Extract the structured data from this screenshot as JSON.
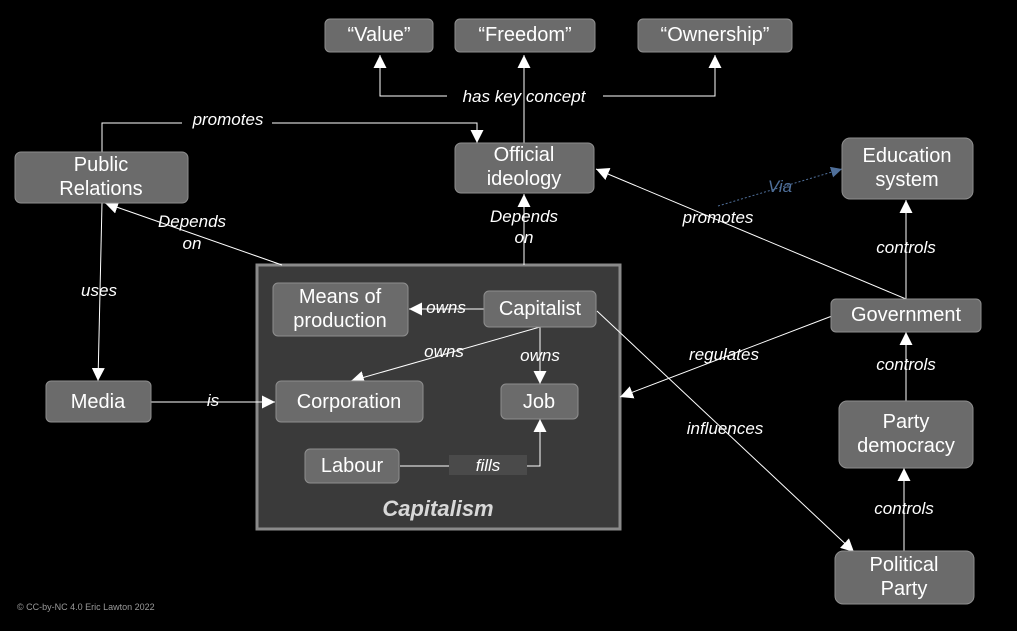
{
  "nodes": {
    "value": "“Value”",
    "freedom": "“Freedom”",
    "ownership": "“Ownership”",
    "official_ideology": [
      "Official",
      "ideology"
    ],
    "public_relations": [
      "Public",
      "Relations"
    ],
    "education_system": [
      "Education",
      "system"
    ],
    "government": "Government",
    "party_democracy": [
      "Party",
      "democracy"
    ],
    "political_party": [
      "Political",
      "Party"
    ],
    "media": "Media",
    "means_of_production": [
      "Means of",
      "production"
    ],
    "capitalist": "Capitalist",
    "corporation": "Corporation",
    "job": "Job",
    "labour": "Labour"
  },
  "group": {
    "title": "Capitalism"
  },
  "edges": {
    "has_key_concept": "has key concept",
    "pr_promotes": "promotes",
    "depends_on_pr": [
      "Depends",
      "on"
    ],
    "depends_on_ideology": [
      "Depends",
      "on"
    ],
    "gov_promotes": "promotes",
    "via": "Via",
    "controls_education": "controls",
    "uses": "uses",
    "owns_means": "owns",
    "owns_corporation": "owns",
    "owns_job": "owns",
    "is": "is",
    "regulates": "regulates",
    "influences": "influences",
    "fills": "fills",
    "controls_gov": "controls",
    "controls_party_democracy": "controls"
  },
  "credit": "© CC-by-NC 4.0 Eric Lawton 2022"
}
